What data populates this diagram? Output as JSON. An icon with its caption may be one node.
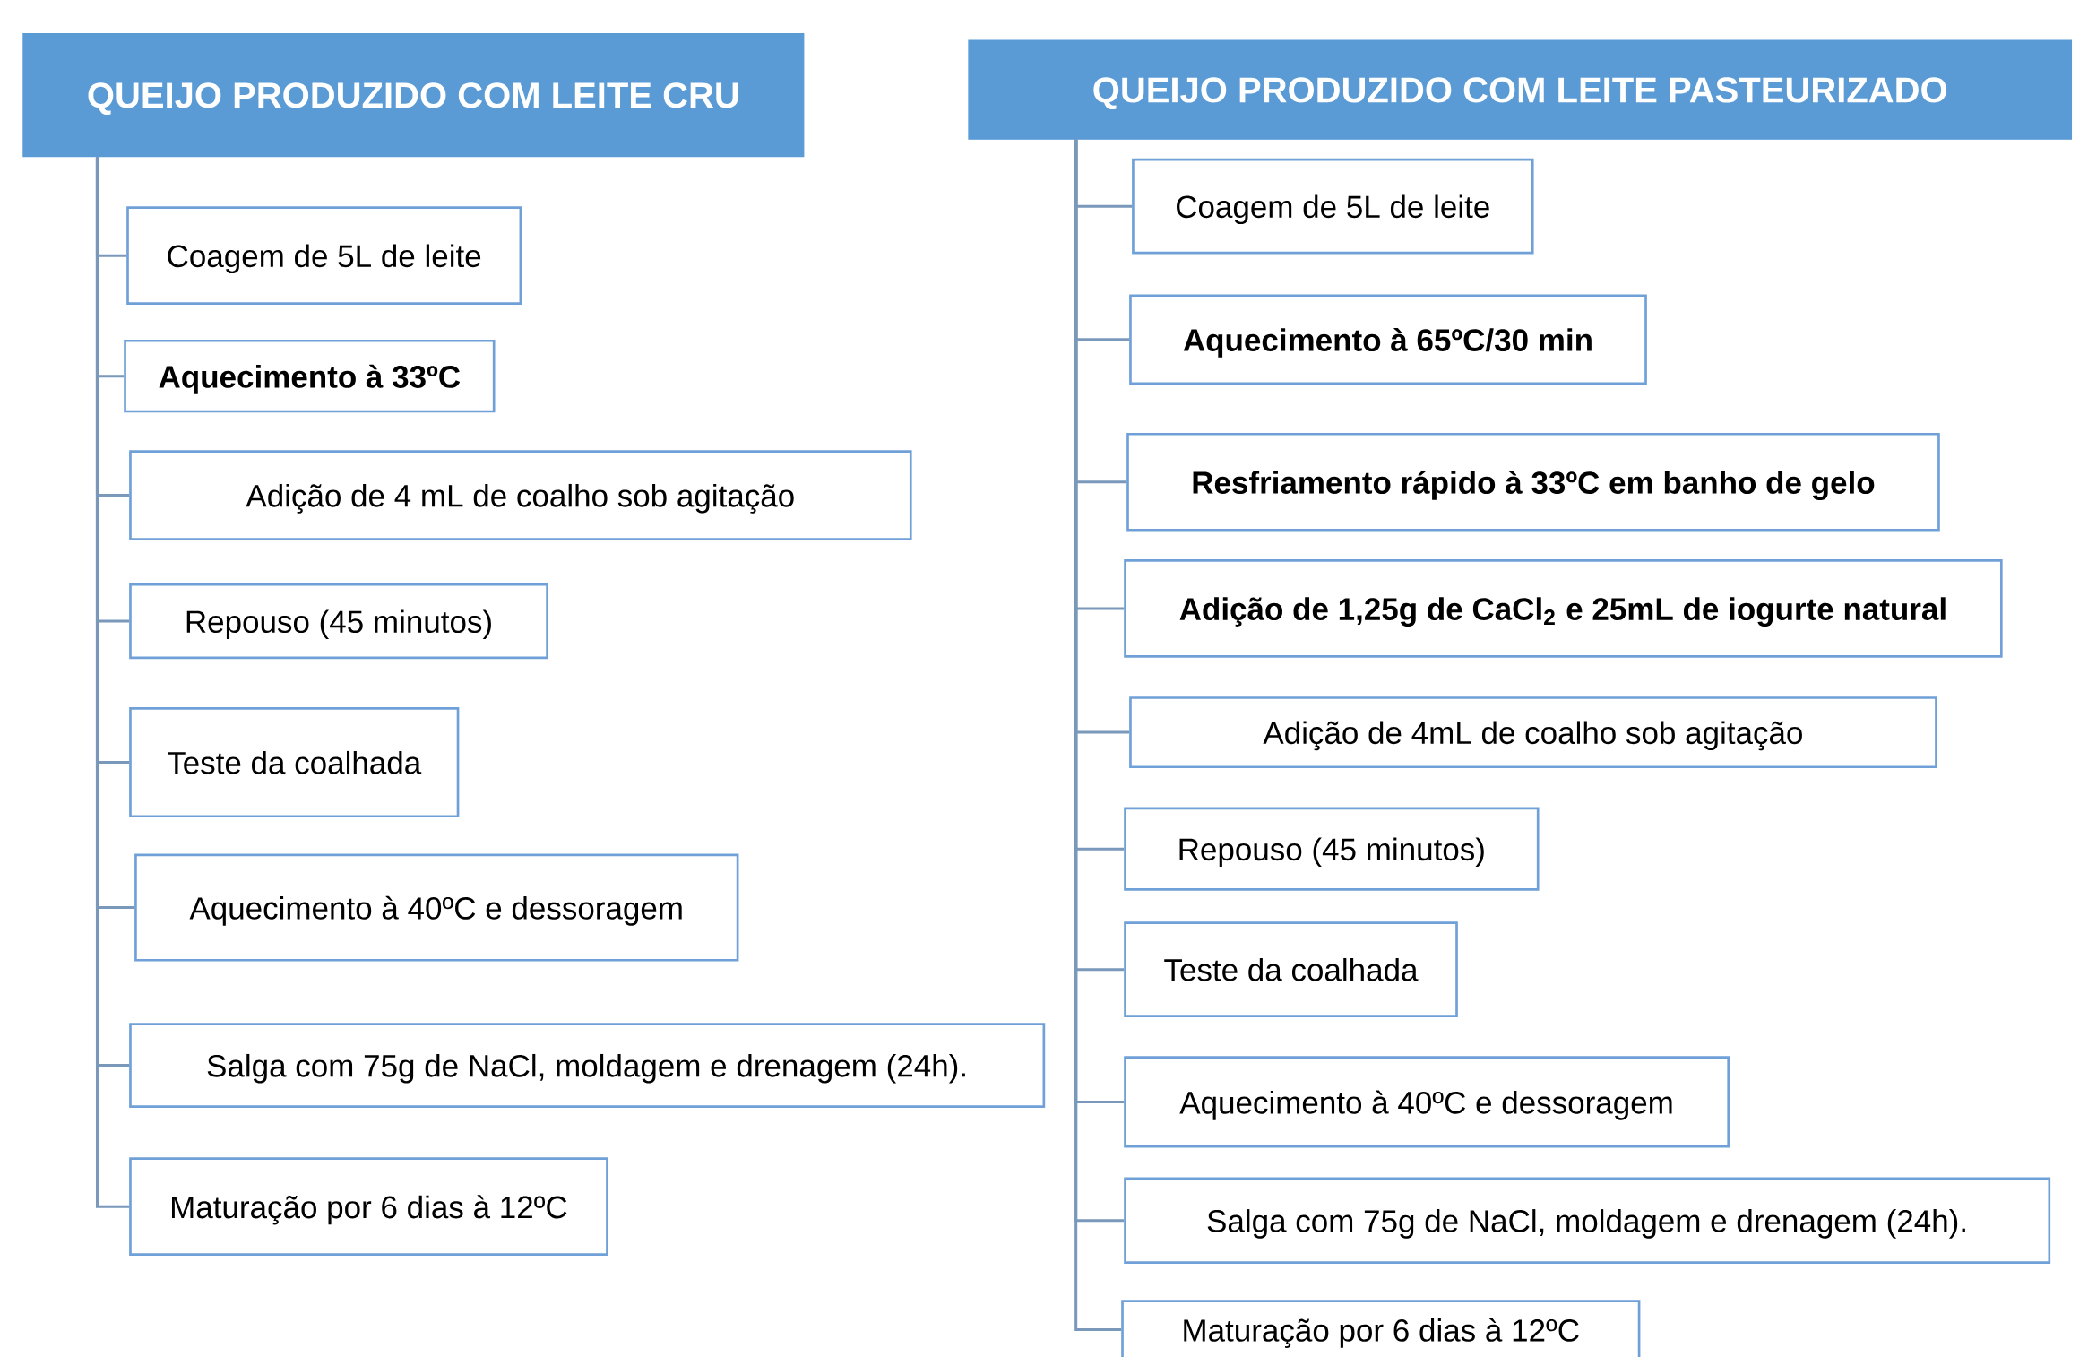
{
  "diagram": {
    "nodes": [
      {
        "text": [
          "QUEIJO PRODUZIDO COM LEITE CRU"
        ]
      },
      {
        "text": [
          "Coagem de 5L de leite"
        ]
      },
      {
        "text": [
          "Aquecimento à 33ºC"
        ]
      },
      {
        "text": [
          "Adição de 4 mL de coalho sob agitação"
        ]
      },
      {
        "text": [
          "Repouso (45 minutos)"
        ]
      },
      {
        "text": [
          "Teste da coalhada"
        ]
      },
      {
        "text": [
          "Aquecimento à 40ºC e dessoragem"
        ]
      },
      {
        "text": [
          "Salga com 75g de NaCl,  moldagem e drenagem (24h)."
        ]
      },
      {
        "text": [
          "Maturação por 6 dias à 12ºC"
        ]
      },
      {
        "text": [
          "QUEIJO PRODUZIDO COM LEITE PASTEURIZADO"
        ]
      },
      {
        "text": [
          "Coagem de 5L de leite"
        ]
      },
      {
        "text": [
          "Aquecimento à 65ºC/30 min"
        ]
      },
      {
        "text": [
          "Resfriamento rápido à 33ºC em banho de gelo"
        ]
      },
      {
        "text": [
          "Adição de 1,25g de CaCl$_{2}$ e 25mL de iogurte natural"
        ]
      },
      {
        "text": [
          "Adição de 4mL de coalho sob agitação"
        ]
      },
      {
        "text": [
          "Repouso (45 minutos)"
        ]
      },
      {
        "text": [
          "Teste da coalhada"
        ]
      },
      {
        "text": [
          "Aquecimento à 40ºC e dessoragem"
        ]
      },
      {
        "text": [
          "Salga com 75g de NaCl,  moldagem e drenagem (24h)."
        ]
      },
      {
        "text": [
          "Maturação por 6 dias à 12ºC"
        ]
      }
    ],
    "edges": [
      {
        "from": 0,
        "to": 1,
        "arrow": "none"
      },
      {
        "from": 0,
        "to": 2,
        "arrow": "none"
      },
      {
        "from": 0,
        "to": 3,
        "arrow": "none"
      },
      {
        "from": 0,
        "to": 4,
        "arrow": "none"
      },
      {
        "from": 0,
        "to": 5,
        "arrow": "none"
      },
      {
        "from": 0,
        "to": 6,
        "arrow": "none"
      },
      {
        "from": 0,
        "to": 7,
        "arrow": "none"
      },
      {
        "from": 0,
        "to": 8,
        "arrow": "none"
      },
      {
        "from": 9,
        "to": 10,
        "arrow": "none"
      },
      {
        "from": 9,
        "to": 11,
        "arrow": "none"
      },
      {
        "from": 9,
        "to": 12,
        "arrow": "none"
      },
      {
        "from": 9,
        "to": 13,
        "arrow": "none"
      },
      {
        "from": 9,
        "to": 14,
        "arrow": "none"
      },
      {
        "from": 9,
        "to": 15,
        "arrow": "none"
      },
      {
        "from": 9,
        "to": 16,
        "arrow": "none"
      },
      {
        "from": 9,
        "to": 17,
        "arrow": "none"
      },
      {
        "from": 9,
        "to": 18,
        "arrow": "none"
      },
      {
        "from": 9,
        "to": 19,
        "arrow": "none"
      }
    ]
  }
}
